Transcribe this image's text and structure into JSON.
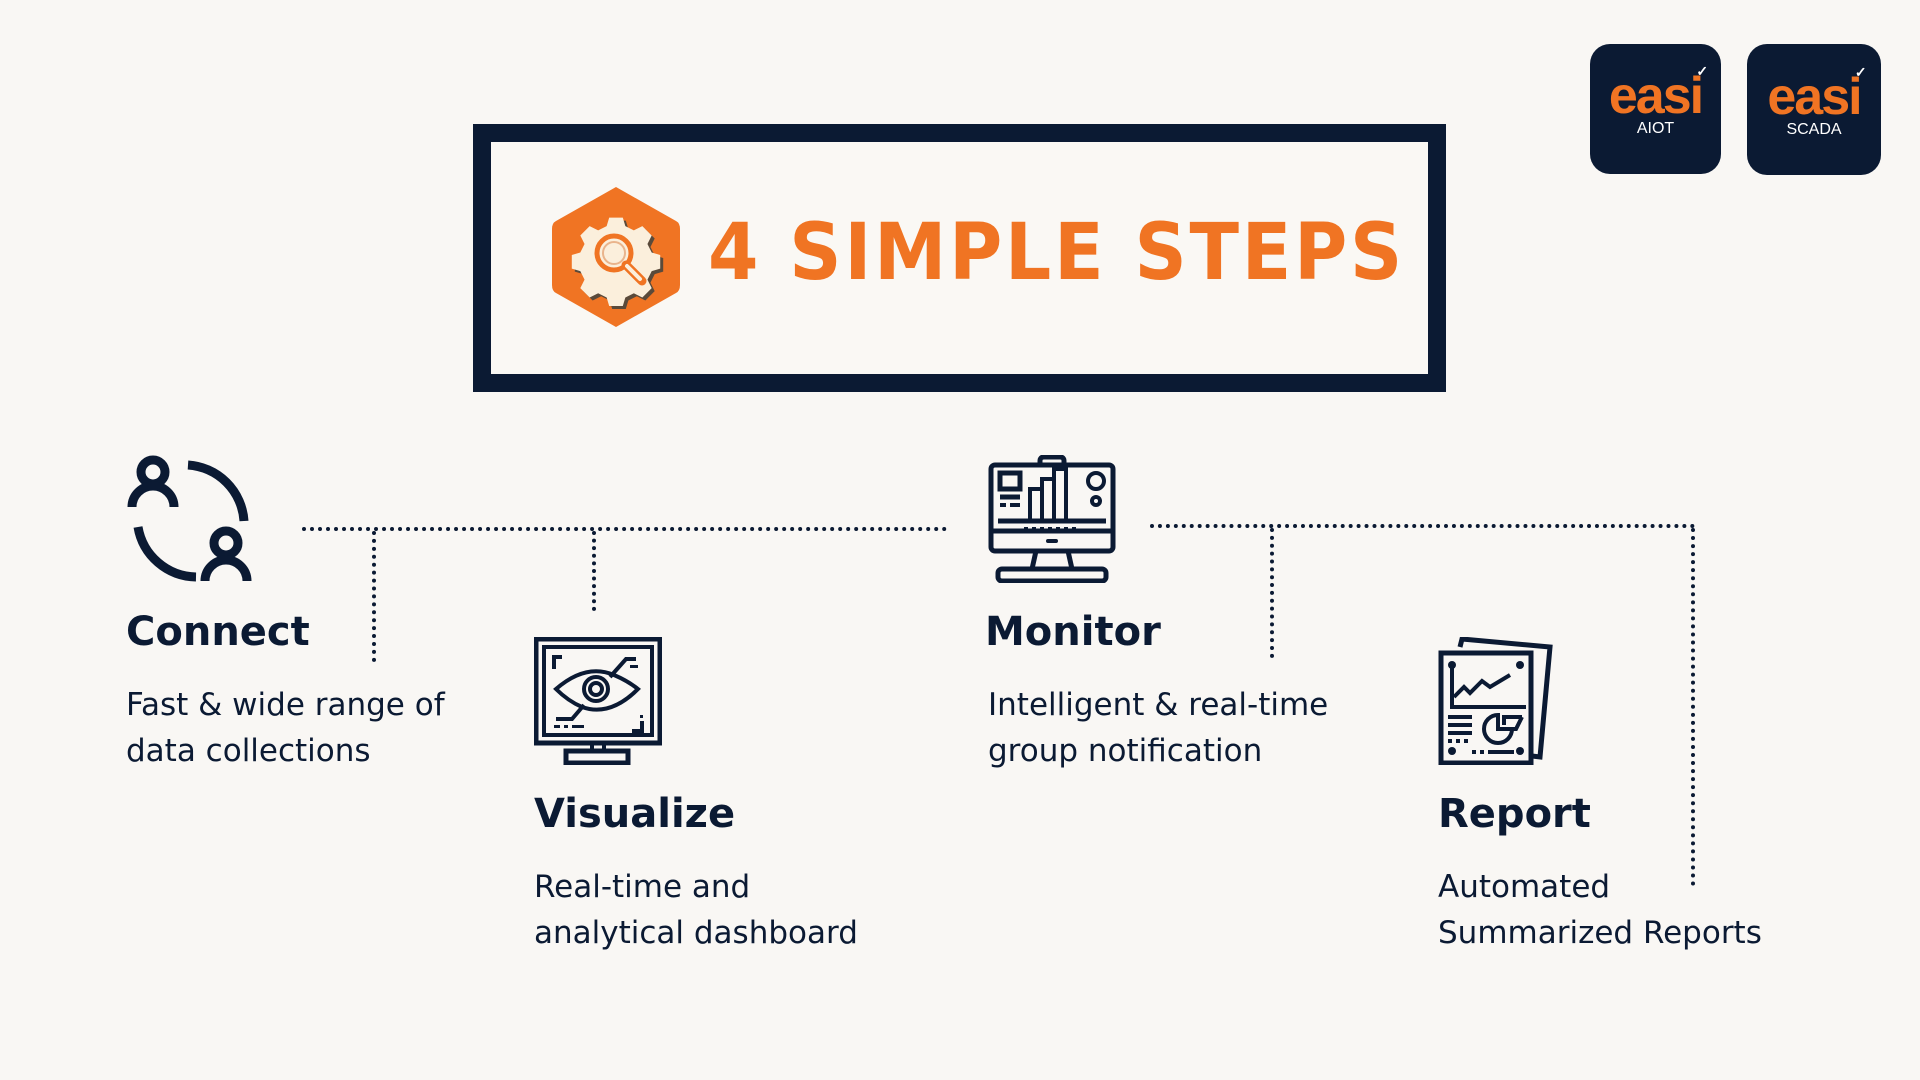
{
  "logos": [
    {
      "brand": "easi",
      "product": "AIOT"
    },
    {
      "brand": "easi",
      "product": "SCADA"
    }
  ],
  "header": {
    "title": "4 SIMPLE STEPS",
    "icon": "gear-magnifier-icon"
  },
  "colors": {
    "accent": "#f07423",
    "navy": "#0b1a33",
    "background": "#f9f7f4",
    "icon_fill": "#fbefdc"
  },
  "steps": [
    {
      "title": "Connect",
      "icon": "users-connect-icon",
      "description": [
        "Fast & wide range of",
        "data collections"
      ]
    },
    {
      "title": "Visualize",
      "icon": "monitor-eye-icon",
      "description": [
        "Real-time and",
        "analytical dashboard"
      ]
    },
    {
      "title": "Monitor",
      "icon": "desktop-dashboard-icon",
      "description": [
        "Intelligent & real-time",
        "group notification"
      ]
    },
    {
      "title": "Report",
      "icon": "report-documents-icon",
      "description": [
        "Automated",
        "Summarized Reports"
      ]
    }
  ]
}
